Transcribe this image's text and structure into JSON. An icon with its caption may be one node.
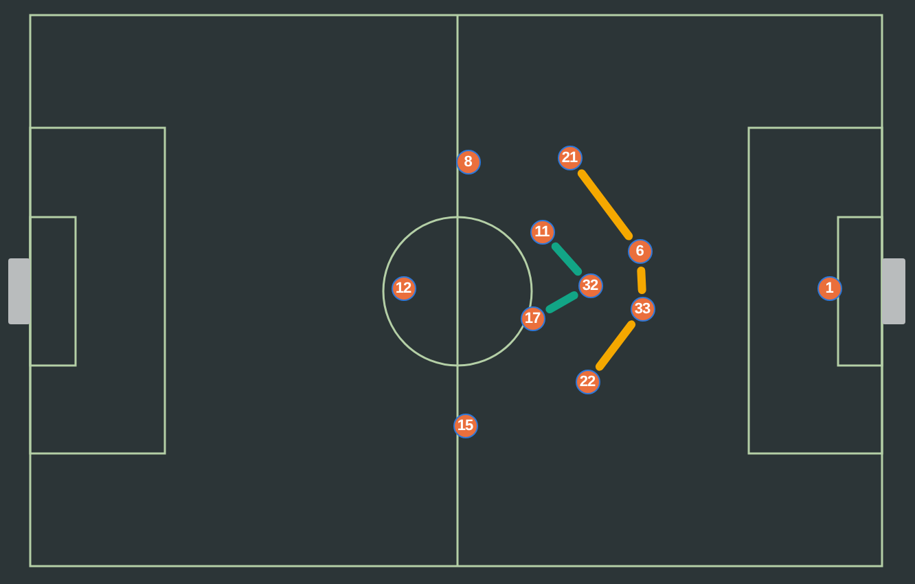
{
  "diagram": {
    "nodes": [
      {
        "text": [
          "21"
        ]
      },
      {
        "text": [
          "8"
        ]
      },
      {
        "text": [
          "11"
        ]
      },
      {
        "text": [
          "6"
        ]
      },
      {
        "text": [
          "32"
        ]
      },
      {
        "text": [
          "12"
        ]
      },
      {
        "text": [
          "1"
        ]
      },
      {
        "text": [
          "33"
        ]
      },
      {
        "text": [
          "17"
        ]
      },
      {
        "text": [
          "22"
        ]
      },
      {
        "text": [
          "15"
        ]
      }
    ],
    "edges": [
      {
        "from": 0,
        "to": 3,
        "arrow": "none"
      },
      {
        "from": 3,
        "to": 7,
        "arrow": "none"
      },
      {
        "from": 7,
        "to": 9,
        "arrow": "none"
      },
      {
        "from": 2,
        "to": 4,
        "arrow": "none",
        "color": "#12a586"
      },
      {
        "from": 4,
        "to": 8,
        "arrow": "none",
        "color": "#12a586"
      }
    ]
  }
}
